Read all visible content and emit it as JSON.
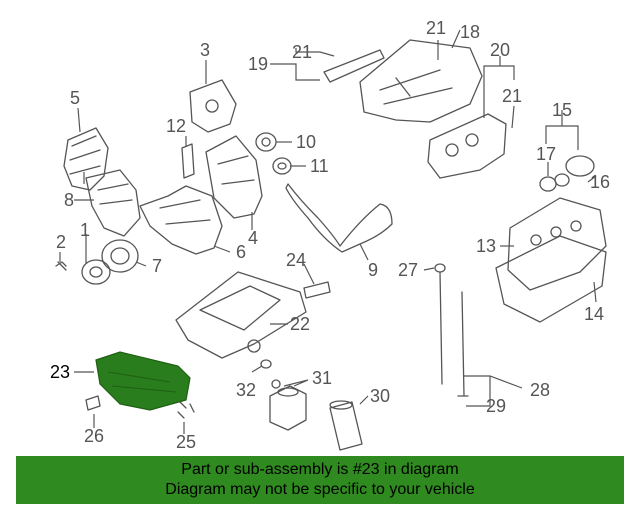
{
  "diagram": {
    "callouts": [
      "1",
      "2",
      "3",
      "4",
      "5",
      "6",
      "7",
      "8",
      "9",
      "10",
      "11",
      "12",
      "13",
      "14",
      "15",
      "16",
      "17",
      "18",
      "19",
      "20",
      "21",
      "21",
      "21",
      "22",
      "23",
      "24",
      "25",
      "26",
      "27",
      "28",
      "29",
      "30",
      "31",
      "32"
    ],
    "highlighted_part": "23"
  },
  "banner": {
    "line1": "Part or sub-assembly is #23 in diagram",
    "line2": "Diagram may not be specific to your vehicle",
    "color": "#2f8a1f"
  },
  "colors": {
    "line": "#555555",
    "highlight_fill": "#2a7d1c",
    "highlight_text": "#000000"
  }
}
